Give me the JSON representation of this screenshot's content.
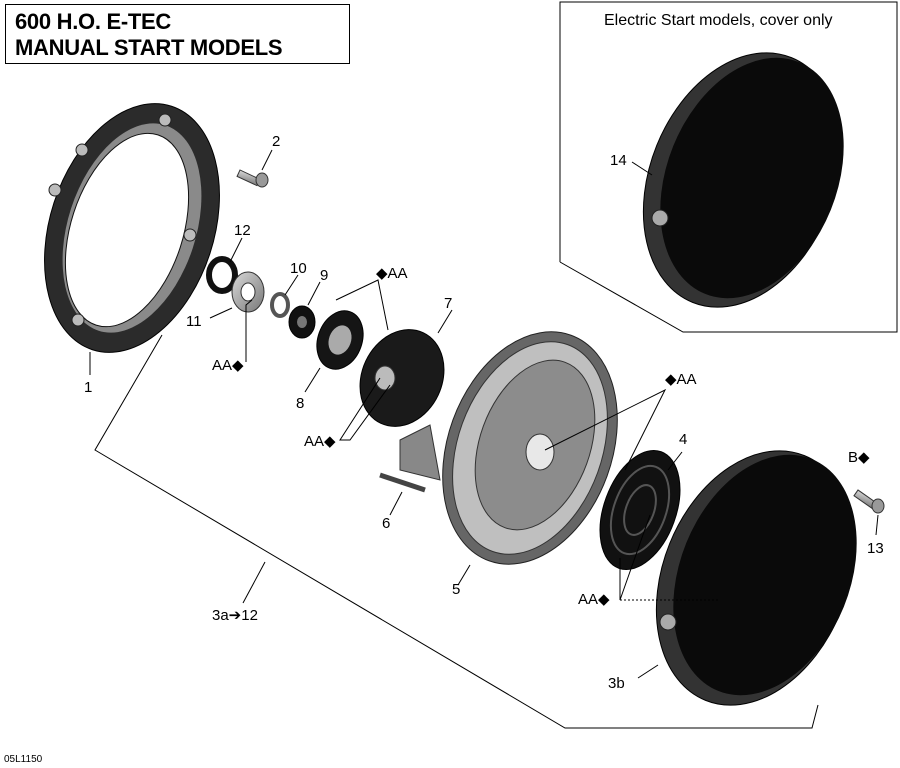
{
  "title": {
    "line1": "600 H.O. E-TEC",
    "line2": "MANUAL START MODELS"
  },
  "inset": {
    "caption": "Electric Start models, cover only",
    "part_label": "14"
  },
  "diagram_code": "05L1150",
  "callouts": {
    "p1": "1",
    "p2": "2",
    "p3b": "3b",
    "p3a": "3a➔12",
    "p4": "4",
    "p5": "5",
    "p6": "6",
    "p7": "7",
    "p8": "8",
    "p9": "9",
    "p10": "10",
    "p11": "11",
    "p12": "12",
    "p13": "13"
  },
  "lubricant_marks": {
    "aa_right": "◆AA",
    "aa_left": "AA◆",
    "b_mark": "B◆"
  },
  "colors": {
    "part_dark": "#1a1a1a",
    "part_mid": "#6b6b6b",
    "part_light": "#bdbdbd",
    "line": "#000000"
  }
}
